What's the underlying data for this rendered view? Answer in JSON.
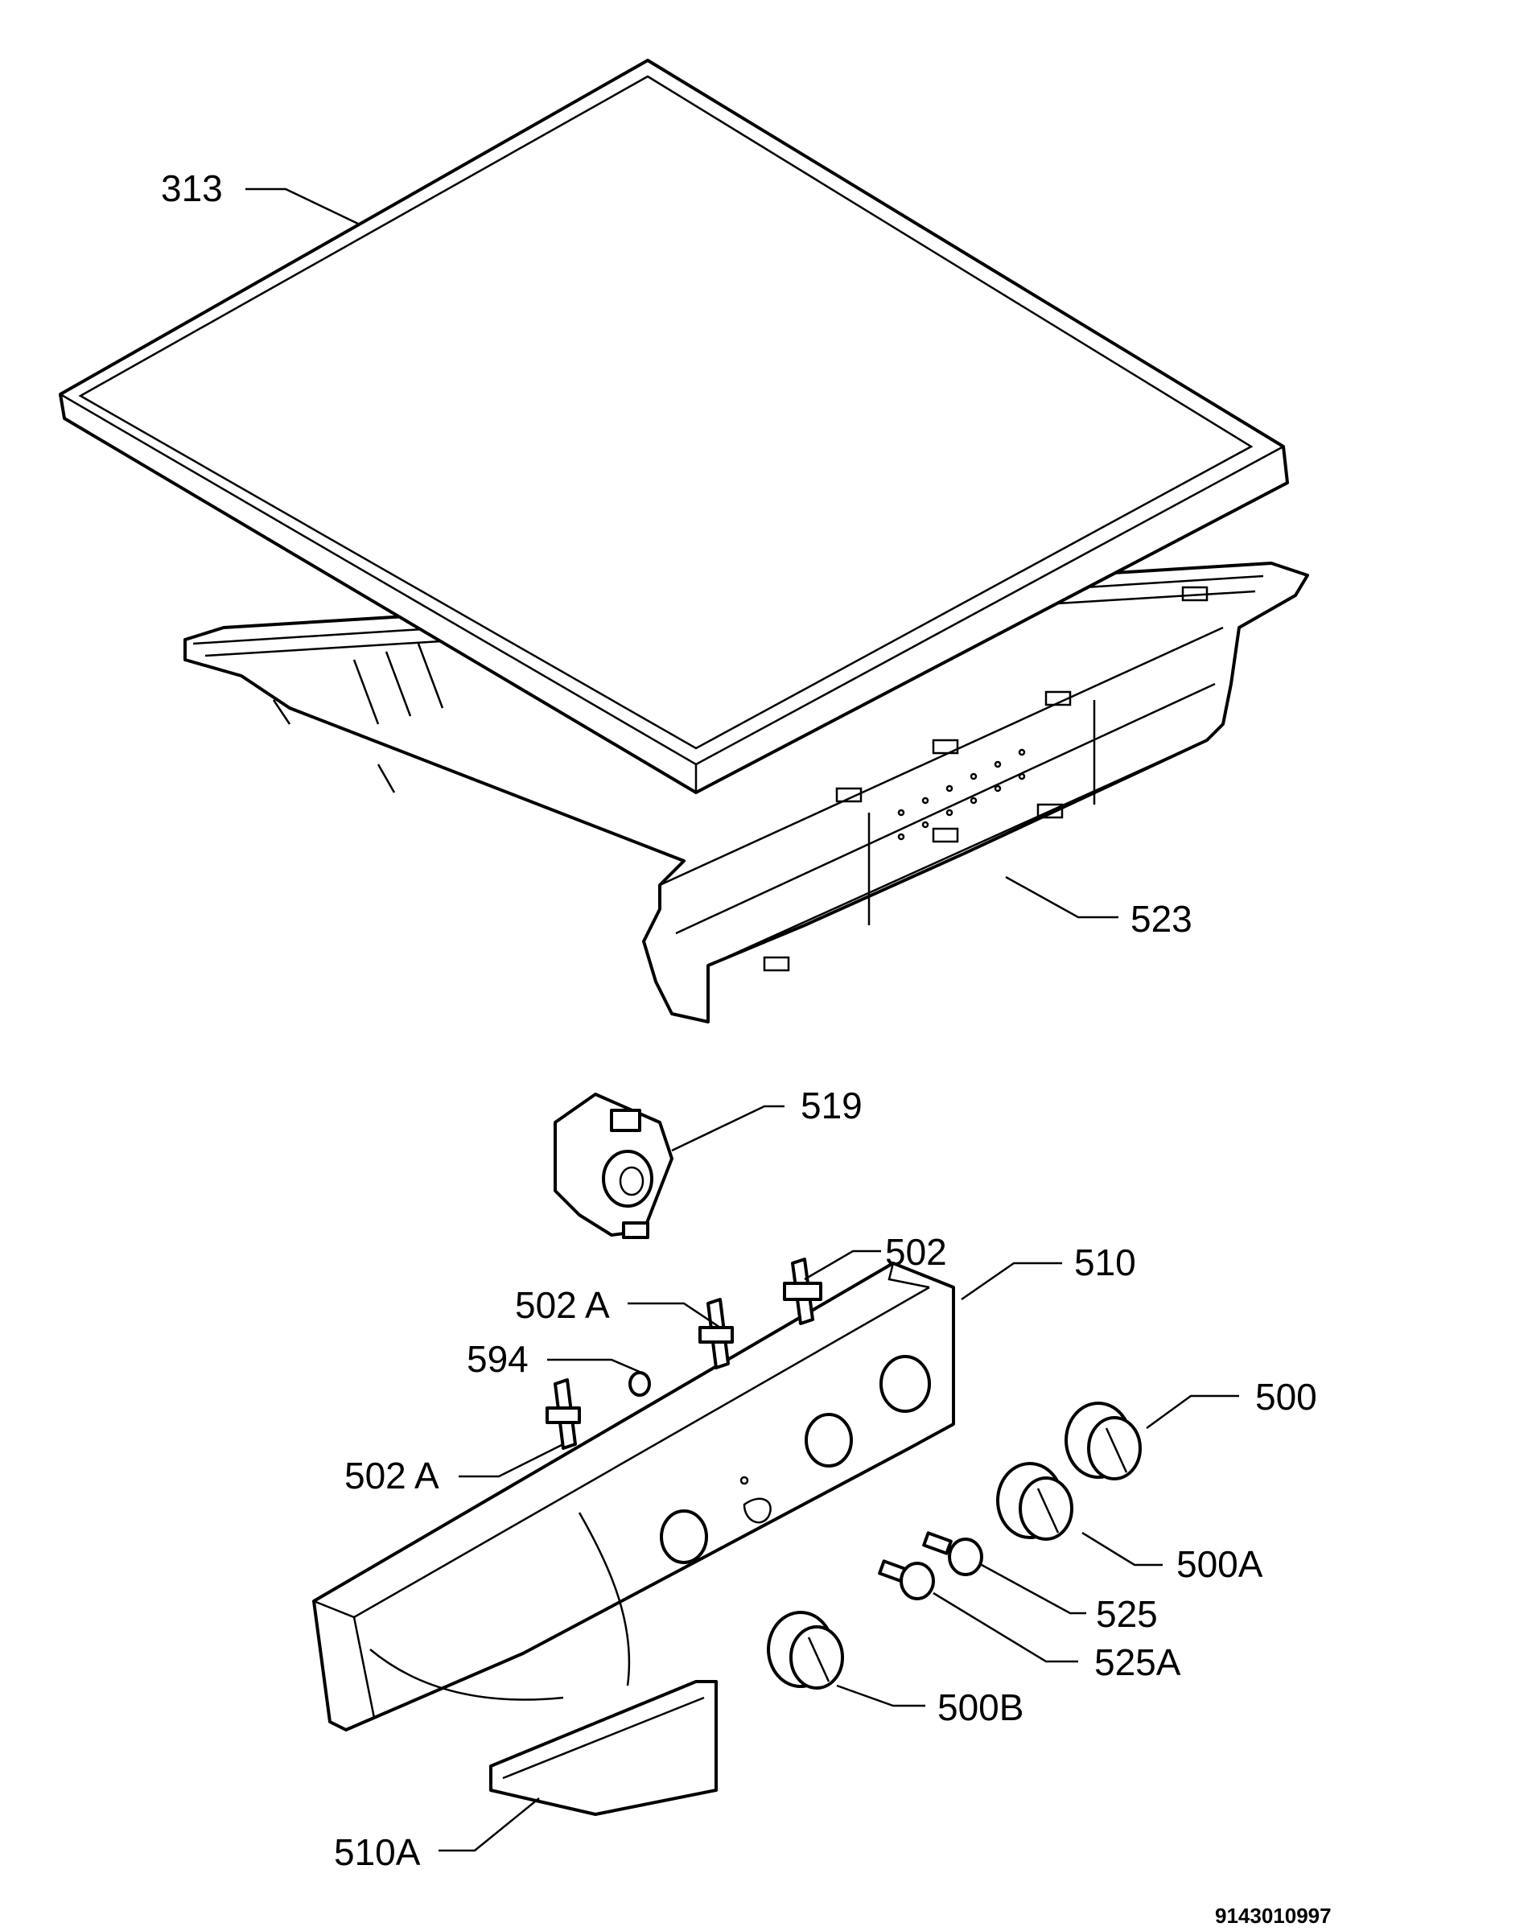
{
  "labels": {
    "p313": "313",
    "p523": "523",
    "p519": "519",
    "p502": "502",
    "p510": "510",
    "p502a_top": "502 A",
    "p594": "594",
    "p502a_bottom": "502 A",
    "p500": "500",
    "p500a": "500A",
    "p525": "525",
    "p525a": "525A",
    "p500b": "500B",
    "p510a": "510A"
  },
  "drawing_code": "9143010997"
}
